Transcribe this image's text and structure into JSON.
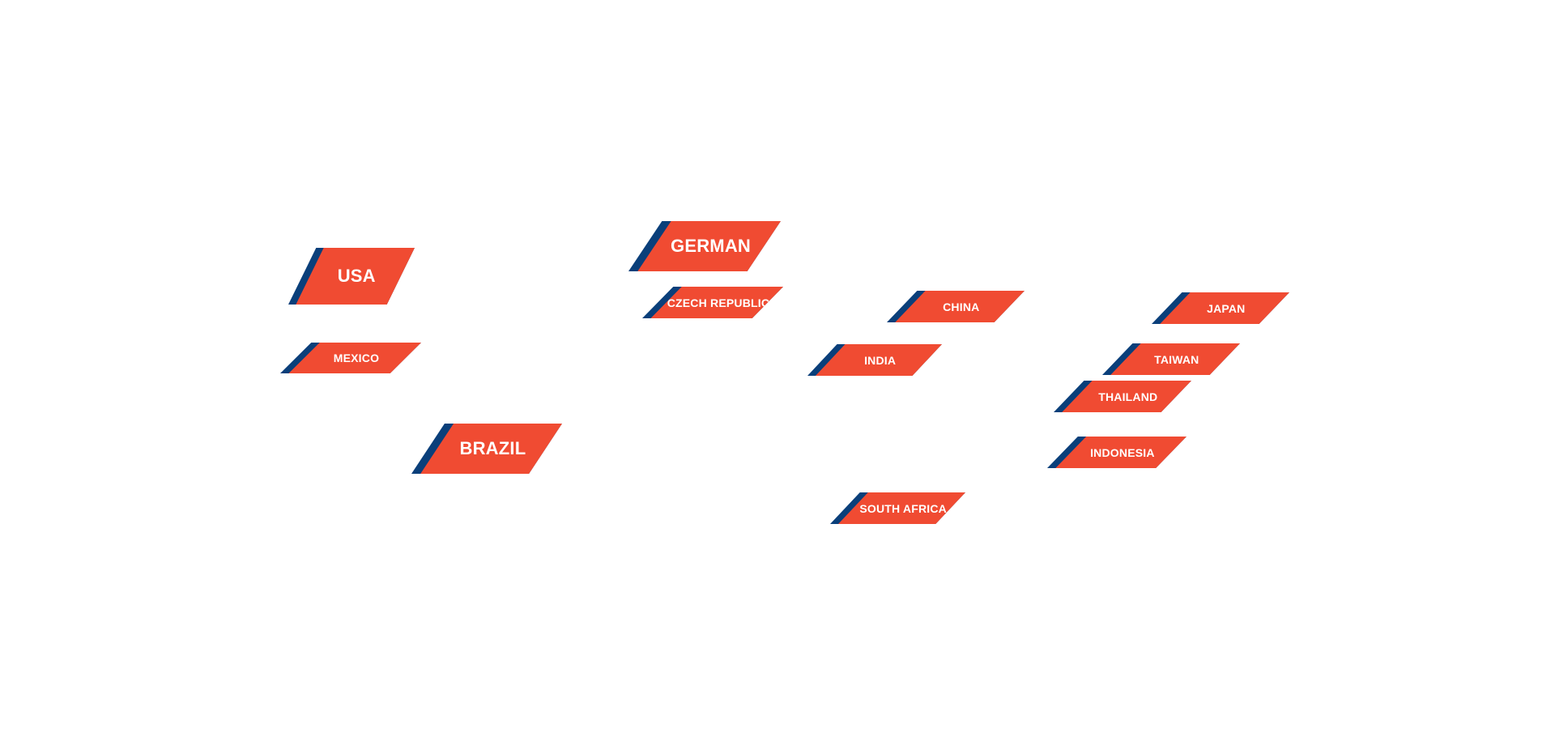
{
  "colors": {
    "tag_fill": "#f04b32",
    "tag_accent": "#0a3f7a",
    "label_text": "#ffffff",
    "background": "#ffffff"
  },
  "locations": {
    "usa": "USA",
    "mexico": "MEXICO",
    "brazil": "BRAZIL",
    "german": "GERMAN",
    "czech_republic": "CZECH REPUBLIC",
    "china": "CHINA",
    "india": "INDIA",
    "south_africa": "SOUTH AFRICA",
    "japan": "JAPAN",
    "taiwan": "TAIWAN",
    "thailand": "THAILAND",
    "indonesia": "INDONESIA"
  }
}
